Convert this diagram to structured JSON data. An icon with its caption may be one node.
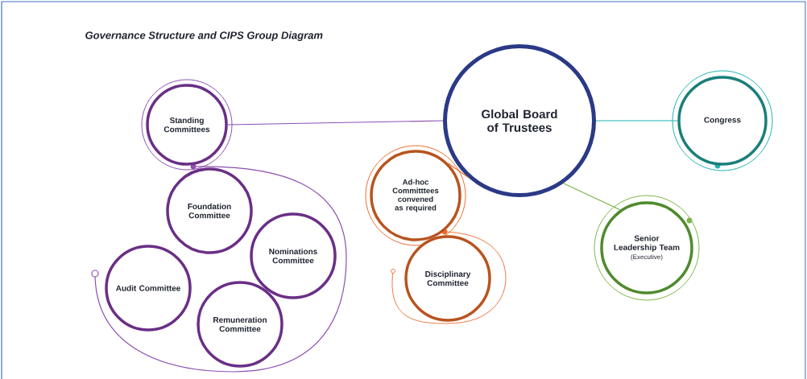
{
  "diagram": {
    "title": "Governance Structure and CIPS Group Diagram",
    "nodes": [
      {
        "text": [
          "Global Board of Trustees"
        ]
      },
      {
        "text": [
          "Standing Committees"
        ]
      },
      {
        "text": [
          "Foundation Committee"
        ]
      },
      {
        "text": [
          "Nominations Committee"
        ]
      },
      {
        "text": [
          "Audit Committee"
        ]
      },
      {
        "text": [
          "Remuneration Committee"
        ]
      },
      {
        "text": [
          "Ad-hoc Committtees convened as required"
        ]
      },
      {
        "text": [
          "Disciplinary Committee"
        ]
      },
      {
        "text": [
          "Congress"
        ]
      },
      {
        "text": [
          "Senior Leadership Team",
          "(Executive)"
        ]
      }
    ],
    "edges": [
      {
        "from": 0,
        "to": 1,
        "arrow": "none",
        "color": "#8e4fb0"
      },
      {
        "from": 0,
        "to": 8,
        "arrow": "none",
        "color": "#1fb3b0"
      },
      {
        "from": 0,
        "to": 6,
        "arrow": "none",
        "color": "#ee6a2a"
      },
      {
        "from": 0,
        "to": 9,
        "arrow": "none",
        "color": "#7ab648"
      }
    ]
  }
}
